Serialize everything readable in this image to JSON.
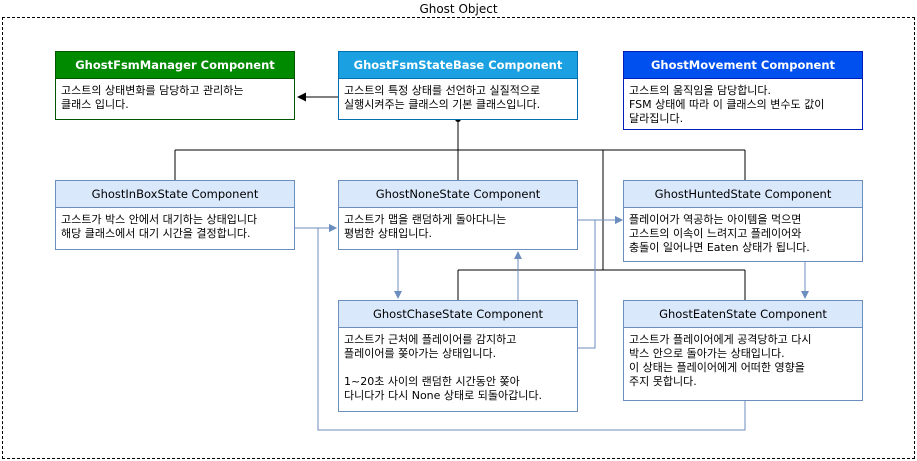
{
  "container": {
    "title": "Ghost Object"
  },
  "nodes": {
    "fsm_manager": {
      "title": "GhostFsmManager Component",
      "body": "고스트의 상태변화를 담당하고 관리하는\n클래스 입니다."
    },
    "fsm_state_base": {
      "title": "GhostFsmStateBase Component",
      "body": "고스트의 특정 상태를 선언하고 실질적으로\n실행시켜주는 클래스의 기본 클래스입니다."
    },
    "movement": {
      "title": "GhostMovement Component",
      "body": "고스트의 움직임을 담당합니다.\nFSM 상태에 따라 이 클래스의 변수도 값이\n달라집니다."
    },
    "in_box": {
      "title": "GhostInBoxState Component",
      "body": "고스트가 박스 안에서 대기하는 상태입니다\n해당 클래스에서 대기 시간을 결정합니다."
    },
    "none": {
      "title": "GhostNoneState Component",
      "body": "고스트가 맵을 랜덤하게 돌아다니는\n평범한 상태입니다."
    },
    "hunted": {
      "title": "GhostHuntedState Component",
      "body": "플레이어가 역공하는 아이템을 먹으면\n고스트의 이속이 느려지고 플레이어와\n충돌이 일어나면 Eaten 상태가 됩니다."
    },
    "chase": {
      "title": "GhostChaseState Component",
      "body": "고스트가 근처에 플레이어를 감지하고\n플레이어를 쫒아가는 상태입니다.\n\n1~20초 사이의 랜덤한 시간동안 쫒아\n다니다가 다시 None 상태로 되돌아갑니다."
    },
    "eaten": {
      "title": "GhostEatenState Component",
      "body": "고스트가 플레이어에게 공격당하고 다시\n박스 안으로 돌아가는 상태입니다.\n이 상태는 플레이어에게 어떠한 영향을\n주지 못합니다."
    }
  },
  "colors": {
    "header_green": "#008a00",
    "header_sky": "#1ba1e2",
    "header_cobalt": "#0050ef",
    "header_state": "#dae8fc",
    "state_border": "#6c8ebf",
    "edge_blue": "#6c8ebf",
    "edge_black": "#000000"
  }
}
